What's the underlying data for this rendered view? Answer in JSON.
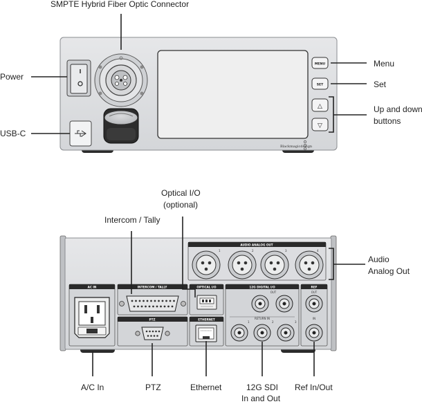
{
  "front_labels": {
    "smpte": "SMPTE Hybrid Fiber Optic Connector",
    "power": "Power",
    "usbc": "USB-C",
    "menu": "Menu",
    "set": "Set",
    "updown_line1": "Up and down",
    "updown_line2": "buttons"
  },
  "front_panel": {
    "menu_btn": "MENU",
    "set_btn": "SET",
    "up_glyph": "△",
    "down_glyph": "▽",
    "brand": "Blackmagicdesign"
  },
  "rear_labels": {
    "optical_line1": "Optical I/O",
    "optical_line2": "(optional)",
    "intercom": "Intercom / Tally",
    "audio_line1": "Audio",
    "audio_line2": "Analog Out",
    "acin": "A/C In",
    "ptz": "PTZ",
    "ethernet": "Ethernet",
    "sdi_line1": "12G SDI",
    "sdi_line2": "In and Out",
    "ref": "Ref In/Out"
  },
  "rear_panel": {
    "audio_header": "AUDIO ANALOG OUT",
    "acin_header": "AC IN",
    "intercom_header": "INTERCOM / TALLY",
    "optical_header": "OPTICAL I/O",
    "sdi_header": "12G DIGITAL I/O",
    "ref_header": "REF",
    "ptz_header": "PTZ",
    "ethernet_header": "ETHERNET",
    "out_label": "OUT",
    "in_label": "IN",
    "return_in_label": "RETURN IN",
    "ref_out_label": "OUT",
    "ref_in_label": "IN",
    "audio_numbers": [
      "1",
      "2",
      "3",
      "4"
    ],
    "sdi_numbers": [
      "1",
      "2",
      "3"
    ]
  }
}
